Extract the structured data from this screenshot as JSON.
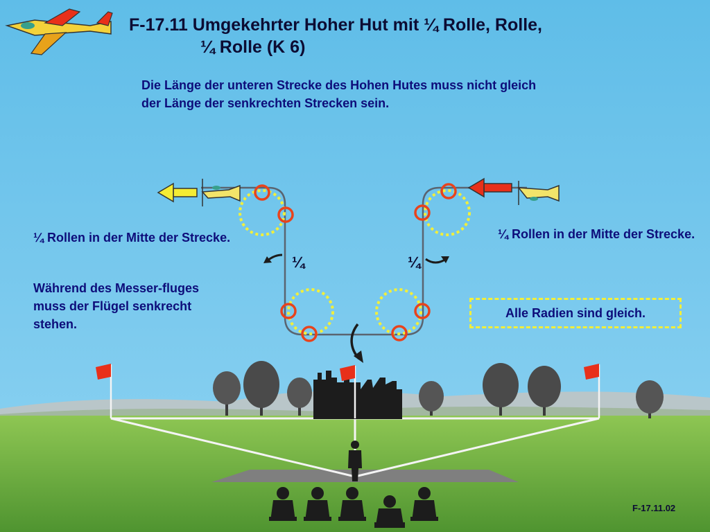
{
  "title": {
    "line1": "F-17.11 Umgekehrter Hoher Hut mit ¼ Rolle, Rolle,",
    "line2": "¼ Rolle (K 6)"
  },
  "description": "Die Länge der unteren Strecke des Hohen Hutes muss nicht gleich der Länge der senkrechten Strecken sein.",
  "notes": {
    "left_quarter_roll": "¼  Rollen in der Mitte der Strecke.",
    "right_quarter_roll": "¼  Rollen in der Mitte der Strecke.",
    "knife_edge": "Während des Messer-fluges muss der Flügel senkrecht stehen.",
    "radii": "Alle Radien sind gleich."
  },
  "fractions": {
    "left": "¼",
    "right": "¼"
  },
  "figure_code": "F-17.11.02",
  "colors": {
    "sky": "#64c0e8",
    "ground": "#69a83e",
    "flight_path": "#5a6470",
    "roll_marker": "#e8431c",
    "radius_circle": "#f1ef3c",
    "arrow_entry": "#e8301a",
    "arrow_exit": "#f4ec34",
    "silhouette": "#1c1c1c",
    "text": "#0d0d7a"
  },
  "icons": {
    "plane": "aerobatic-plane-icon",
    "flag": "red-flag-icon",
    "building": "castle-silhouette-icon",
    "person": "pilot-silhouette-icon",
    "judges": "judge-silhouette-icon",
    "tree": "tree-icon"
  }
}
